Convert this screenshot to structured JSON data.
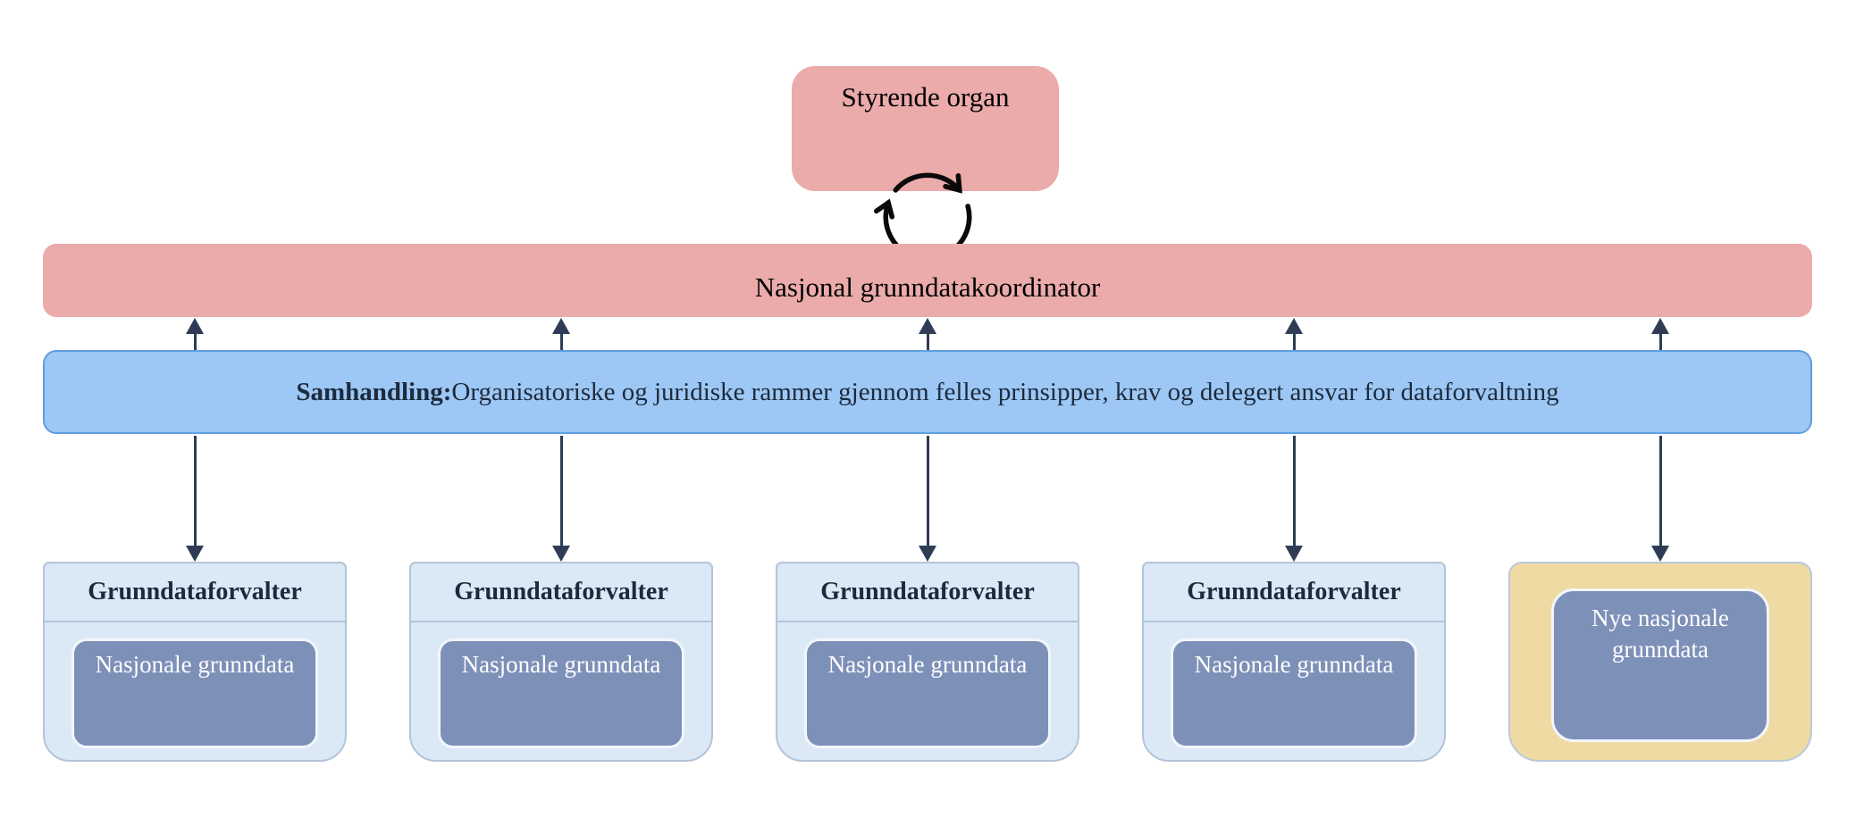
{
  "top_box": {
    "label": "Styrende organ"
  },
  "coordinator_bar": {
    "label": "Nasjonal grunndatakoordinator"
  },
  "collaboration_bar": {
    "label_bold": "Samhandling:",
    "label_rest": " Organisatoriske og juridiske rammer gjennom felles prinsipper, krav og delegert ansvar for dataforvaltning"
  },
  "managers": [
    {
      "title": "Grunndataforvalter",
      "data_label": "Nasjonale grunndata"
    },
    {
      "title": "Grunndataforvalter",
      "data_label": "Nasjonale grunndata"
    },
    {
      "title": "Grunndataforvalter",
      "data_label": "Nasjonale grunndata"
    },
    {
      "title": "Grunndataforvalter",
      "data_label": "Nasjonale grunndata"
    }
  ],
  "new_data_box": {
    "data_label": "Nye nasjonale grunndata"
  },
  "icons": {
    "cycle": "circular-cycle-arrows"
  },
  "colors": {
    "pink": "#ebabaa",
    "blue_bar": "#9dc7f4",
    "blue_bar_border": "#5f9fe0",
    "light_box": "#dbe9f7",
    "light_box_border": "#b3c4d8",
    "slate_box": "#7d90b8",
    "slate_box_border": "#f2f6fb",
    "yellow_box": "#eedaa2",
    "yellow_box_border": "#bac9db",
    "arrow": "#2e3d55",
    "dark_text": "#1c2b3c",
    "black_text": "#000000",
    "white_text": "#ffffff"
  }
}
